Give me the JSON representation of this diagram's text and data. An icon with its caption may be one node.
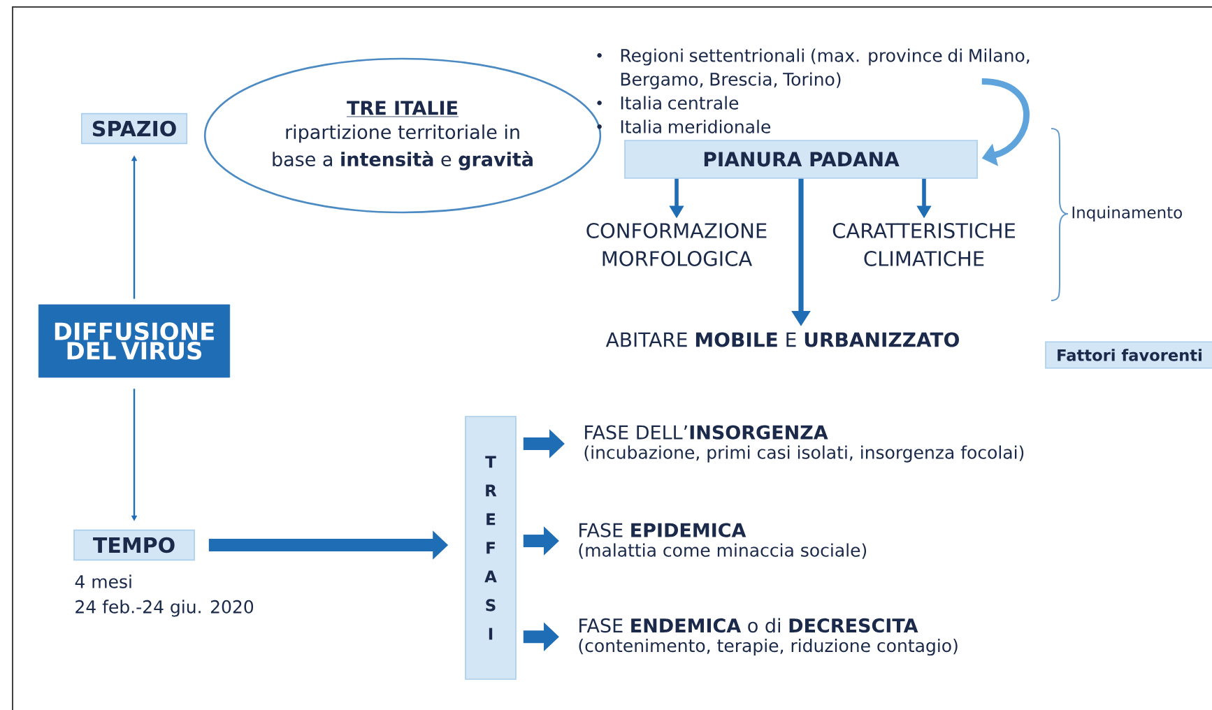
{
  "diagram": {
    "nodes": [
      {
        "text": [
          "SPAZIO"
        ]
      },
      {
        "text": [
          "TRE ITALIE",
          "ripartizione territoriale in base a **intensità** e **gravità**"
        ]
      },
      {
        "text": [
          "DIFFUSIONE DEL VIRUS"
        ]
      },
      {
        "text": [
          "TEMPO"
        ],
        "beside": [
          "4 mesi",
          "24 feb.-24 giu. 2020"
        ]
      },
      {
        "text": [
          "Regioni settentrionali (max. province di Milano, Bergamo, Brescia, Torino)",
          "Italia centrale",
          "Italia meridionale"
        ]
      },
      {
        "text": [
          "PIANURA PADANA"
        ]
      },
      {
        "text": [
          "CONFORMAZIONE MORFOLOGICA"
        ]
      },
      {
        "text": [
          "CARATTERISTICHE CLIMATICHE"
        ]
      },
      {
        "text": [
          "ABITARE **MOBILE** E **URBANIZZATO**"
        ]
      },
      {
        "text": [
          "TRE FASI"
        ]
      },
      {
        "text": [
          "FASE DELL’**INSORGENZA**",
          "(incubazione, primi casi isolati, insorgenza focolai)"
        ]
      },
      {
        "text": [
          "FASE **EPIDEMICA**",
          "(malattia come minaccia sociale)"
        ]
      },
      {
        "text": [
          "FASE **ENDEMICA** o di **DECRESCITA**",
          "(contenimento, terapie, riduzione contagio)"
        ]
      },
      {
        "text": [
          "Fattori favorenti"
        ]
      }
    ],
    "edges": [
      {
        "from": 2,
        "to": 0,
        "arrow": "to"
      },
      {
        "from": 2,
        "to": 3,
        "arrow": "to"
      },
      {
        "from": 3,
        "to": 9,
        "arrow": "to",
        "style": "thick"
      },
      {
        "from": 4,
        "to": 5,
        "arrow": "to",
        "color": "#5ea3dc"
      },
      {
        "from": 5,
        "to": 6,
        "arrow": "to"
      },
      {
        "from": 5,
        "to": 7,
        "arrow": "to"
      },
      {
        "from": 5,
        "to": 8,
        "arrow": "to"
      },
      {
        "from": 9,
        "to": 10,
        "arrow": "to",
        "style": "thick"
      },
      {
        "from": 9,
        "to": 11,
        "arrow": "to",
        "style": "thick"
      },
      {
        "from": 9,
        "to": 12,
        "arrow": "to",
        "style": "thick"
      }
    ],
    "labels": [
      "Inquinamento"
    ]
  }
}
